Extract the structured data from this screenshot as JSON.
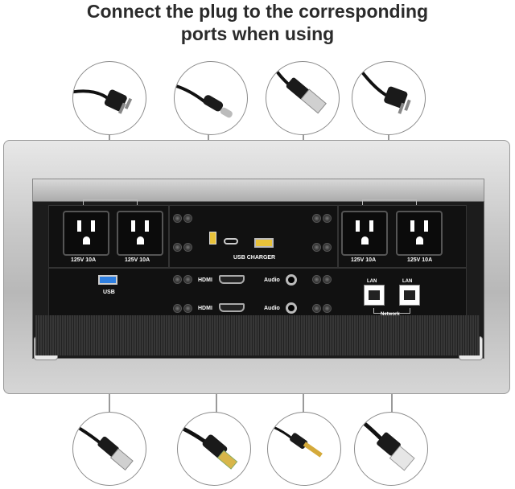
{
  "heading": {
    "line1": "Connect the plug to the corresponding",
    "line2": "ports when using"
  },
  "icons": {
    "top": [
      "ac-power-plug-icon",
      "usb-c-plug-icon",
      "usb-a-plug-icon",
      "ac-power-plug-icon"
    ],
    "bottom": [
      "usb-a-plug-icon",
      "hdmi-plug-icon",
      "audio-jack-plug-icon",
      "ethernet-plug-icon"
    ]
  },
  "panel": {
    "outlet_rating": "125V 10A",
    "usb_charger_label": "USB CHARGER",
    "usb_label": "USB",
    "hdmi_label": "HDMI",
    "audio_label": "Audio",
    "network_label": "Network",
    "lan_label": "LAN"
  },
  "colors": {
    "frame": "#c9c9c9",
    "panel": "#111111",
    "usb3_port": "#2f7fe0"
  }
}
